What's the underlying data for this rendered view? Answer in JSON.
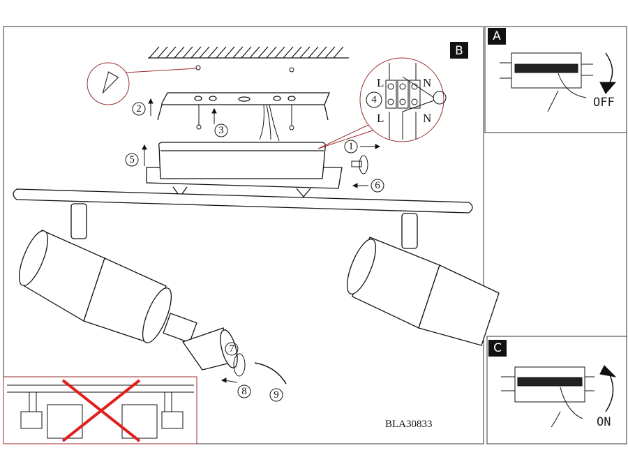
{
  "panels": {
    "main": "B",
    "off_panel": "A",
    "on_panel": "C"
  },
  "switch_states": {
    "off": "OFF",
    "on": "ON"
  },
  "terminal_labels": {
    "live_top": "L",
    "neutral_top": "N",
    "live_bottom": "L",
    "neutral_bottom": "N"
  },
  "steps": [
    "1",
    "2",
    "3",
    "4",
    "5",
    "6",
    "7",
    "8",
    "9"
  ],
  "model_code": "BLA30833",
  "colors": {
    "line": "#111111",
    "callout": "#9b2d2d",
    "cross": "#e0201c",
    "label_bg": "#111111"
  }
}
